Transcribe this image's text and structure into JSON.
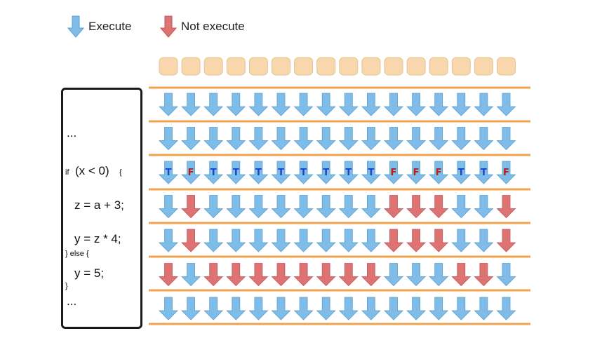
{
  "legend": {
    "execute_label": "Execute",
    "not_execute_label": "Not execute",
    "execute_color": "#7fbde8",
    "not_execute_color": "#de7373"
  },
  "code": {
    "lines": {
      "ellipsis_top": "...",
      "if_kw": "if",
      "if_cond": "(x < 0)",
      "if_brace": "{",
      "z_assign": "z = a + 3;",
      "y_assign": "y = z * 4;",
      "else_line": "} else {",
      "y_else": "y = 5;",
      "close_brace": "}",
      "ellipsis_bottom": "..."
    }
  },
  "threads": {
    "count": 16,
    "color": "#f8d7ad"
  },
  "rows": [
    {
      "arrows": [
        "E",
        "E",
        "E",
        "E",
        "E",
        "E",
        "E",
        "E",
        "E",
        "E",
        "E",
        "E",
        "E",
        "E",
        "E",
        "E"
      ]
    },
    {
      "arrows": [
        "E",
        "E",
        "E",
        "E",
        "E",
        "E",
        "E",
        "E",
        "E",
        "E",
        "E",
        "E",
        "E",
        "E",
        "E",
        "E"
      ]
    },
    {
      "arrows": [
        "T",
        "F",
        "T",
        "T",
        "T",
        "T",
        "T",
        "T",
        "T",
        "T",
        "F",
        "F",
        "F",
        "T",
        "T",
        "F"
      ]
    },
    {
      "arrows": [
        "E",
        "N",
        "E",
        "E",
        "E",
        "E",
        "E",
        "E",
        "E",
        "E",
        "N",
        "N",
        "N",
        "E",
        "E",
        "N"
      ]
    },
    {
      "arrows": [
        "E",
        "N",
        "E",
        "E",
        "E",
        "E",
        "E",
        "E",
        "E",
        "E",
        "N",
        "N",
        "N",
        "E",
        "E",
        "N"
      ]
    },
    {
      "arrows": [
        "N",
        "E",
        "N",
        "N",
        "N",
        "N",
        "N",
        "N",
        "N",
        "N",
        "E",
        "E",
        "E",
        "N",
        "N",
        "E"
      ]
    },
    {
      "arrows": [
        "E",
        "E",
        "E",
        "E",
        "E",
        "E",
        "E",
        "E",
        "E",
        "E",
        "E",
        "E",
        "E",
        "E",
        "E",
        "E"
      ]
    }
  ],
  "branch_letter_colors": {
    "T": "#1a45c8",
    "F": "#b22222"
  },
  "divider_color": "#f0a24e"
}
